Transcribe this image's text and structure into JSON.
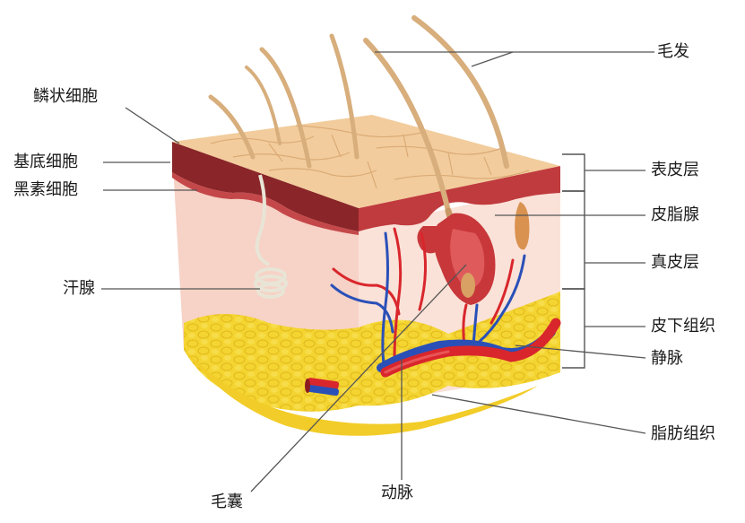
{
  "labels": {
    "hair": "毛发",
    "squamous_cells": "鳞状细胞",
    "basal_cells": "基底细胞",
    "melanocytes": "黑素细胞",
    "sweat_gland": "汗腺",
    "epidermis": "表皮层",
    "sebaceous_gland": "皮脂腺",
    "dermis": "真皮层",
    "subcutaneous_tissue": "皮下组织",
    "vein": "静脉",
    "adipose_tissue": "脂肪组织",
    "hair_follicle": "毛囊",
    "artery": "动脉"
  },
  "colors": {
    "epidermis_top": "#f0c99a",
    "epidermis_lines": "#d8a878",
    "basal_layer": "#8e2b2e",
    "dermis": "#f6d3c6",
    "dermis_side": "#f2c4b6",
    "fat": "#f4d431",
    "fat_cells": "#e6bf1f",
    "artery": "#d9262c",
    "vein": "#2a50b8",
    "hair": "#d8b07e",
    "leader_line": "#555555"
  }
}
